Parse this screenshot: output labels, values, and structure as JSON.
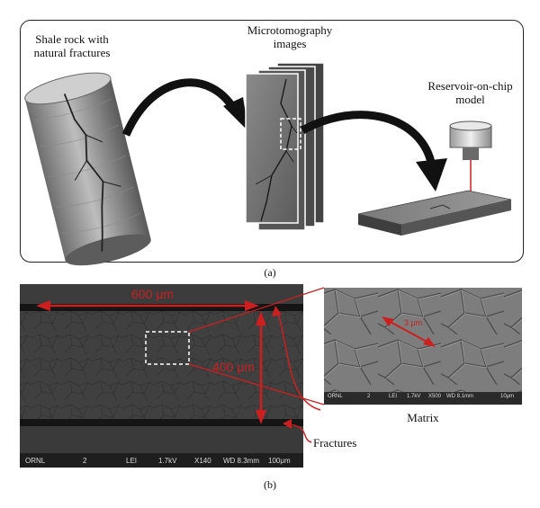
{
  "panel_a": {
    "label_rock": "Shale rock with natural fractures",
    "label_micro": "Microtomography images",
    "label_chip": "Reservoir-on-chip model",
    "caption": "(a)"
  },
  "panel_b": {
    "dim_horizontal": "600 μm",
    "dim_vertical": "400 μm",
    "label_matrix": "Matrix",
    "label_fractures": "Fractures",
    "zoom_dim": "3 μm",
    "caption": "(b)",
    "sem_bar_main": [
      "ORNL",
      "2",
      "LEI",
      "1.7kV",
      "X140",
      "WD 8.3mm",
      "100μm"
    ],
    "sem_bar_zoom": [
      "ORNL",
      "2",
      "LEI",
      "1.7kV",
      "X500",
      "WD 8.1mm",
      "10μm"
    ]
  },
  "colors": {
    "accent_red": "#cc1f1f",
    "sem_dark": "#3a3a3a",
    "sem_mid": "#6b6b6b"
  }
}
